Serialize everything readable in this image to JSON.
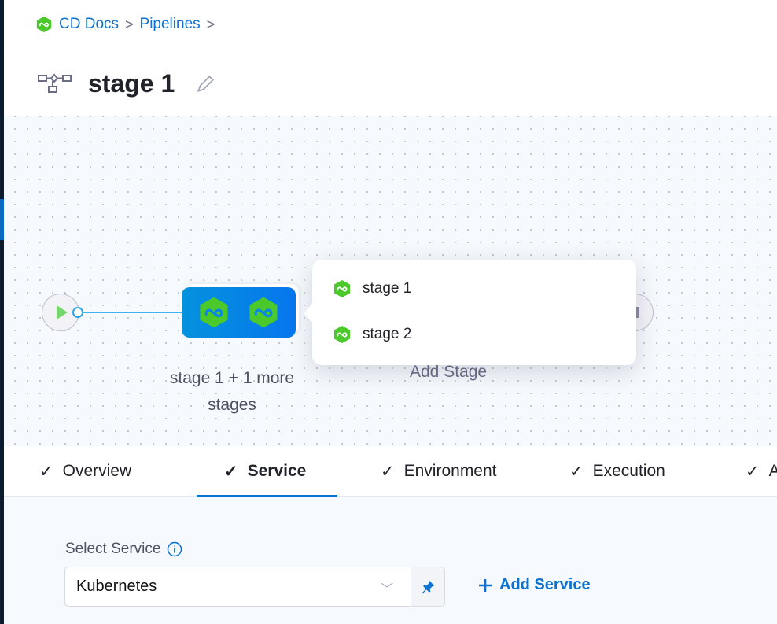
{
  "breadcrumb": {
    "items": [
      {
        "label": "CD Docs"
      },
      {
        "label": "Pipelines"
      }
    ],
    "separator": ">"
  },
  "header": {
    "title": "stage 1",
    "icon": "pipeline-stages-icon",
    "edit_icon": "pencil-icon"
  },
  "canvas": {
    "stage_group_label": "stage 1 + 1 more stages",
    "add_stage_label": "Add Stage",
    "popup": {
      "items": [
        {
          "label": "stage 1"
        },
        {
          "label": "stage 2"
        }
      ]
    }
  },
  "tabs": [
    {
      "label": "Overview",
      "done": true
    },
    {
      "label": "Service",
      "done": true,
      "active": true
    },
    {
      "label": "Environment",
      "done": true
    },
    {
      "label": "Execution",
      "done": true
    },
    {
      "label": "A",
      "done": true
    }
  ],
  "service": {
    "label": "Select Service",
    "selected": "Kubernetes",
    "add_label": "Add Service"
  },
  "colors": {
    "accent": "#0b72d1",
    "stage_green": "#4bc92b",
    "node_blue": "#0676ee"
  }
}
